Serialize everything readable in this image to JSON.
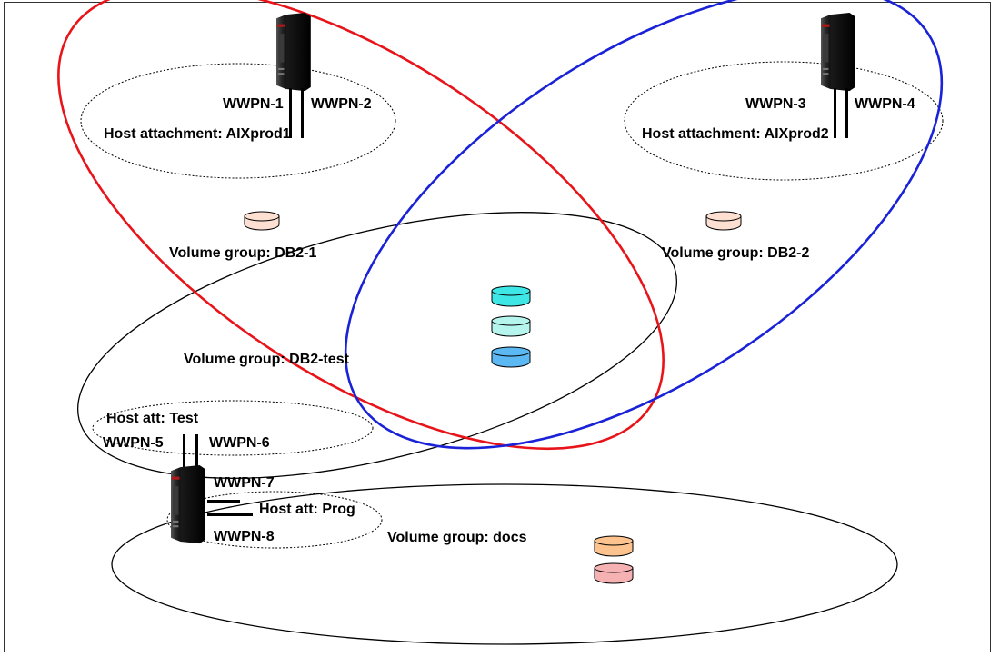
{
  "labels": {
    "wwpn1": "WWPN-1",
    "wwpn2": "WWPN-2",
    "wwpn3": "WWPN-3",
    "wwpn4": "WWPN-4",
    "wwpn5": "WWPN-5",
    "wwpn6": "WWPN-6",
    "wwpn7": "WWPN-7",
    "wwpn8": "WWPN-8",
    "host_aix1": "Host attachment: AIXprod1",
    "host_aix2": "Host attachment: AIXprod2",
    "host_test": "Host att: Test",
    "host_prog": "Host att: Prog",
    "vg_db21": "Volume group: DB2-1",
    "vg_db22": "Volume group: DB2-2",
    "vg_db2test": "Volume group: DB2-test",
    "vg_docs": "Volume group: docs"
  },
  "colors": {
    "group1_outline": "#e8141a",
    "group2_outline": "#1a22d8",
    "disk_db21": "#fde0d2",
    "disk_db22": "#fde0d2",
    "disk_test_1": "#3fe6e6",
    "disk_test_2": "#b6f5ee",
    "disk_test_3": "#5bb8f2",
    "disk_docs_1": "#fcc38e",
    "disk_docs_2": "#f6b2b2"
  },
  "icons": {
    "server": "server-tower-icon",
    "disk": "disk-volume-icon"
  }
}
